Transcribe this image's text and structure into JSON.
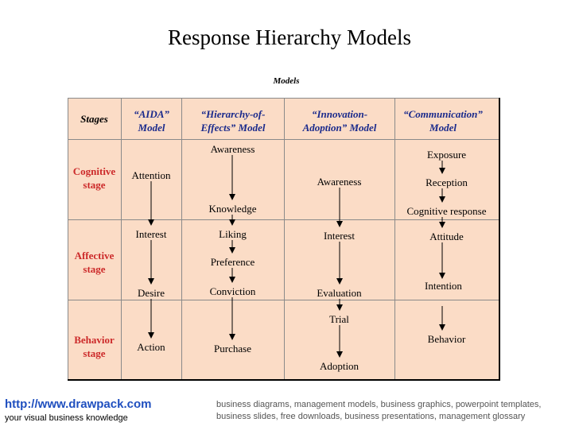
{
  "title": "Response Hierarchy Models",
  "models_header": "Models",
  "stages_header": "Stages",
  "columns": {
    "aida": "“AIDA” Model",
    "hierarchy": "“Hierarchy-of-Effects” Model",
    "innovation": "“Innovation-Adoption” Model",
    "communication": "“Communication” Model"
  },
  "stages": {
    "cognitive": "Cognitive stage",
    "affective": "Affective stage",
    "behavior": "Behavior stage"
  },
  "aida": [
    "Attention",
    "Interest",
    "Desire",
    "Action"
  ],
  "hierarchy": [
    "Awareness",
    "Knowledge",
    "Liking",
    "Preference",
    "Conviction",
    "Purchase"
  ],
  "innovation": [
    "Awareness",
    "Interest",
    "Evaluation",
    "Trial",
    "Adoption"
  ],
  "communication": [
    "Exposure",
    "Reception",
    "Cognitive response",
    "Attitude",
    "Intention",
    "Behavior"
  ],
  "footer": {
    "url": "http://www.drawpack.com",
    "tagline": "your visual business knowledge",
    "description": "business diagrams, management models, business graphics, powerpoint templates, business slides, free downloads, business presentations, management glossary"
  }
}
